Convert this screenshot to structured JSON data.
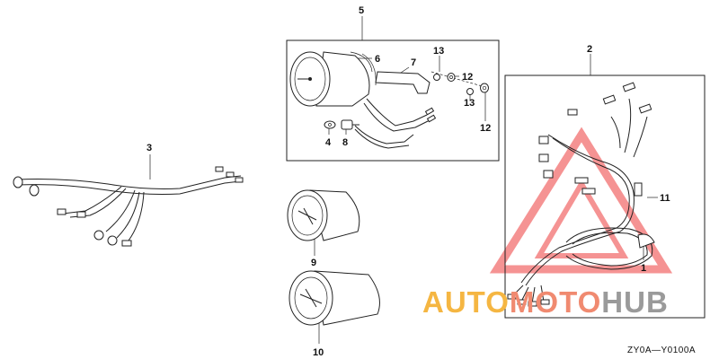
{
  "callouts": {
    "c1": "1",
    "c2": "2",
    "c3": "3",
    "c4": "4",
    "c5": "5",
    "c6": "6",
    "c7": "7",
    "c8": "8",
    "c9": "9",
    "c10": "10",
    "c11": "11",
    "c12a": "12",
    "c12b": "12",
    "c13a": "13",
    "c13b": "13"
  },
  "diagram_code": "ZY0A—Y0100A",
  "watermark": {
    "part1": "AUTO",
    "part2": "MOTO",
    "part3": "HUB",
    "color_auto": "#f5b642",
    "color_moto": "#f08a70",
    "color_hub": "#9a9a9a",
    "triangle_color": "#ee3b3b"
  }
}
